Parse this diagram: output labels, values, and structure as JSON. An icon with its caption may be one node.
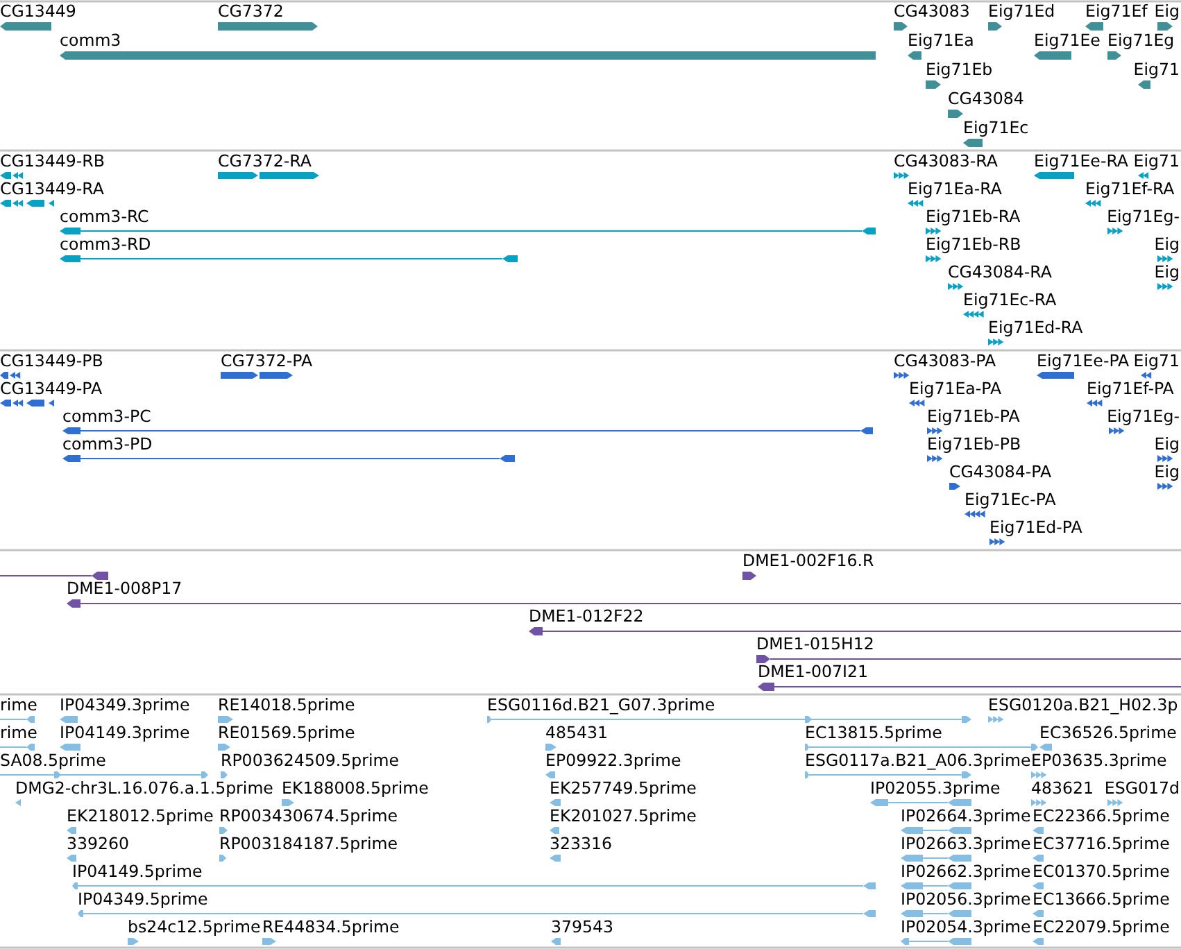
{
  "diagram": {
    "labels": [
      "CG13449",
      "CG7372",
      "CG43083",
      "Eig71Ed",
      "Eig71Ef",
      "Eig",
      "comm3",
      "Eig71Ea",
      "Eig71Ee",
      "Eig71Eg",
      "Eig71Eb",
      "Eig71",
      "CG43084",
      "Eig71Ec",
      "CG13449-RB",
      "CG7372-RA",
      "CG43083-RA",
      "Eig71Ee-RA",
      "Eig71",
      "CG13449-RA",
      "Eig71Ea-RA",
      "Eig71Ef-RA",
      "comm3-RC",
      "Eig71Eb-RA",
      "Eig71Eg-",
      "comm3-RD",
      "Eig71Eb-RB",
      "Eig",
      "CG43084-RA",
      "Eig",
      "Eig71Ec-RA",
      "Eig71Ed-RA",
      "CG13449-PB",
      "CG7372-PA",
      "CG43083-PA",
      "Eig71Ee-PA",
      "Eig71",
      "CG13449-PA",
      "Eig71Ea-PA",
      "Eig71Ef-PA",
      "comm3-PC",
      "Eig71Eb-PA",
      "Eig71Eg-",
      "comm3-PD",
      "Eig71Eb-PB",
      "Eig",
      "CG43084-PA",
      "Eig",
      "Eig71Ec-PA",
      "Eig71Ed-PA",
      "DME1-002F16.R",
      "DME1-008P17",
      "DME1-012F22",
      "DME1-015H12",
      "DME1-007I21",
      "rime",
      "IP04349.3prime",
      "RE14018.5prime",
      "ESG0116d.B21_G07.3prime",
      "ESG0120a.B21_H02.3p",
      "rime",
      "IP04149.3prime",
      "RE01569.5prime",
      "485431",
      "EC13815.5prime",
      "EC36526.5prime",
      "SA08.5prime",
      "RP003624509.5prime",
      "EP09922.3prime",
      "ESG0117a.B21_A06.3prime",
      "EP03635.3prime",
      "DMG2-chr3L.16.076.a.1.5prime",
      "EK188008.5prime",
      "EK257749.5prime",
      "IP02055.3prime",
      "483621",
      "ESG017d",
      "EK218012.5prime",
      "RP003430674.5prime",
      "EK201027.5prime",
      "IP02664.3prime",
      "EC22366.5prime",
      "339260",
      "RP003184187.5prime",
      "323316",
      "IP02663.3prime",
      "EC37716.5prime",
      "IP04149.5prime",
      "IP02662.3prime",
      "EC01370.5prime",
      "IP04349.5prime",
      "IP02056.3prime",
      "EC13666.5prime",
      "bs24c12.5prime",
      "RE44834.5prime",
      "379543",
      "IP02054.3prime",
      "EC22079.5prime"
    ]
  }
}
